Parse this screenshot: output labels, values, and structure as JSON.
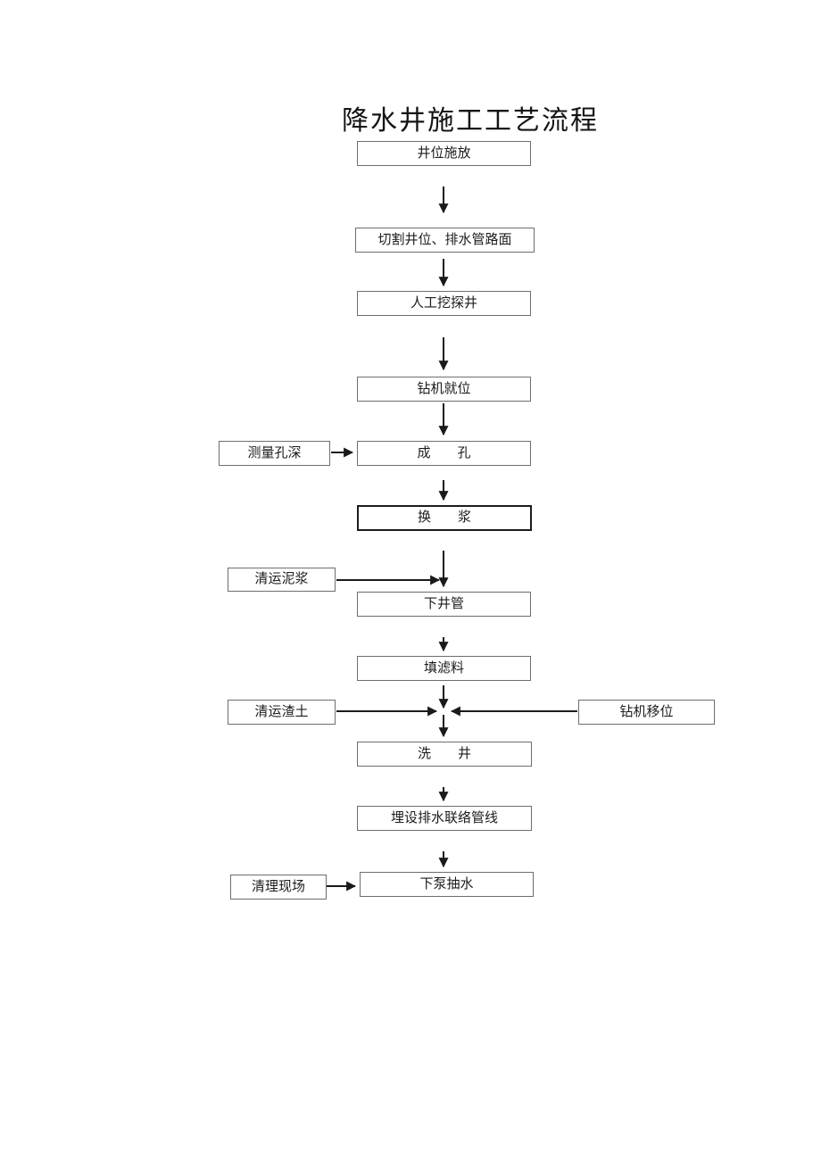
{
  "page": {
    "title": "降水井施工工艺流程"
  },
  "colors": {
    "background": "#ffffff",
    "box_border": "#6e6e6e",
    "emphasis_box_border": "#1c1c1c",
    "arrow": "#1a1a1a",
    "text": "#1c1c1c"
  },
  "flowchart": {
    "main_nodes": [
      {
        "label": "井位施放"
      },
      {
        "label": "切割井位、排水管路面"
      },
      {
        "label": "人工挖探井"
      },
      {
        "label": "钻机就位"
      },
      {
        "label": "成　　孔"
      },
      {
        "label": "换　　浆"
      },
      {
        "label": "下井管"
      },
      {
        "label": "填滤料"
      },
      {
        "label": "洗　　井"
      },
      {
        "label": "埋设排水联络管线"
      },
      {
        "label": "下泵抽水"
      }
    ],
    "side_nodes": [
      {
        "label": "测量孔深"
      },
      {
        "label": "清运泥浆"
      },
      {
        "label": "清运渣土"
      },
      {
        "label": "钻机移位"
      },
      {
        "label": "清理现场"
      }
    ]
  }
}
